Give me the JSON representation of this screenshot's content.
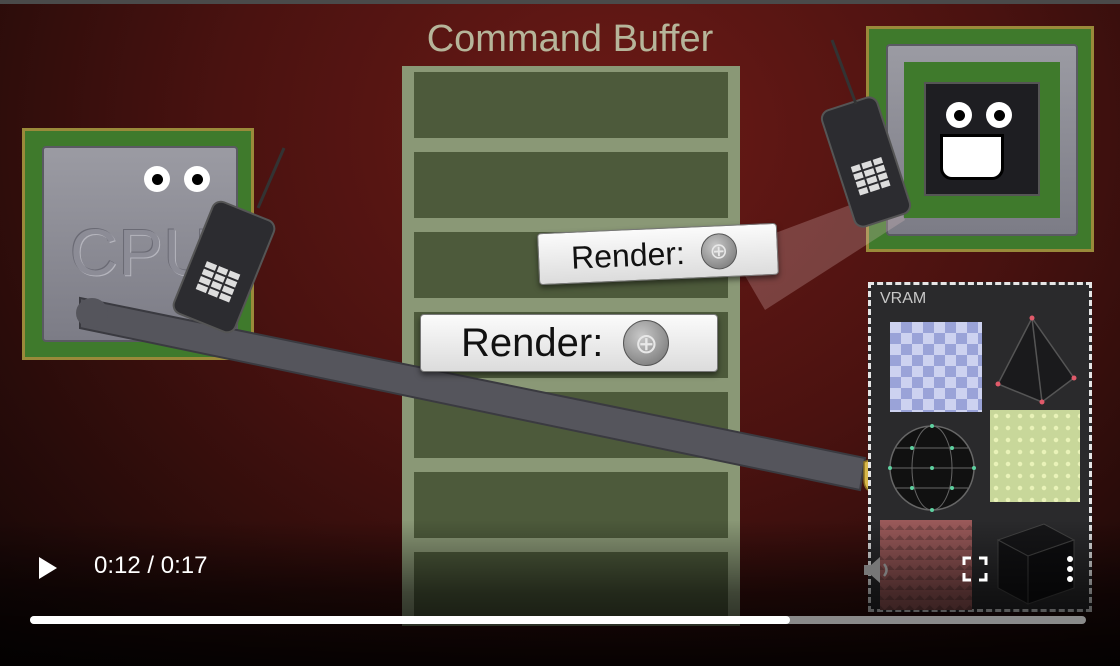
{
  "video": {
    "scene": {
      "command_buffer_title": "Command Buffer",
      "cpu_label": "CPU",
      "vram_label": "VRAM",
      "render_card_label": "Render:"
    },
    "controls": {
      "play_icon": "play-icon",
      "current_time": "0:12",
      "separator": "/",
      "duration": "0:17",
      "mute_icon": "volume-icon",
      "fullscreen_icon": "fullscreen-icon",
      "more_icon": "more-vert-icon",
      "progress_fraction": 0.72
    }
  }
}
